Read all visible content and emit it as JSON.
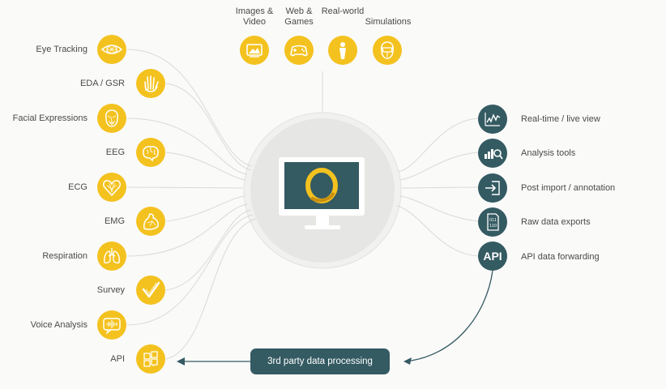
{
  "colors": {
    "accent": "#f4c21f",
    "dark": "#345a62",
    "line": "#d6d6d6",
    "hub": "#e7e7e5"
  },
  "top_sources": [
    {
      "label": "Images & Video",
      "icon": "image-video-icon"
    },
    {
      "label": "Web & Games",
      "icon": "gamepad-icon"
    },
    {
      "label": "Real-world",
      "icon": "person-icon"
    },
    {
      "label": "Simulations",
      "icon": "vr-head-icon"
    }
  ],
  "sensors": [
    {
      "label": "Eye Tracking",
      "icon": "eye-icon"
    },
    {
      "label": "EDA / GSR",
      "icon": "hand-icon"
    },
    {
      "label": "Facial Expressions",
      "icon": "face-icon"
    },
    {
      "label": "EEG",
      "icon": "brain-icon"
    },
    {
      "label": "ECG",
      "icon": "heart-icon"
    },
    {
      "label": "EMG",
      "icon": "muscle-icon"
    },
    {
      "label": "Respiration",
      "icon": "lungs-icon"
    },
    {
      "label": "Survey",
      "icon": "checkmark-icon"
    },
    {
      "label": "Voice Analysis",
      "icon": "voice-wave-icon"
    },
    {
      "label": "API",
      "icon": "api-puzzle-icon"
    }
  ],
  "outputs": [
    {
      "label": "Real-time / live view",
      "icon": "live-chart-icon"
    },
    {
      "label": "Analysis tools",
      "icon": "analysis-icon"
    },
    {
      "label": "Post import / annotation",
      "icon": "import-icon"
    },
    {
      "label": "Raw data exports",
      "icon": "binary-file-icon"
    },
    {
      "label": "API data forwarding",
      "icon": "api-icon",
      "text": "API"
    }
  ],
  "third_party": {
    "label": "3rd party data processing"
  },
  "hub": {
    "icon": "imotions-logo-icon"
  }
}
